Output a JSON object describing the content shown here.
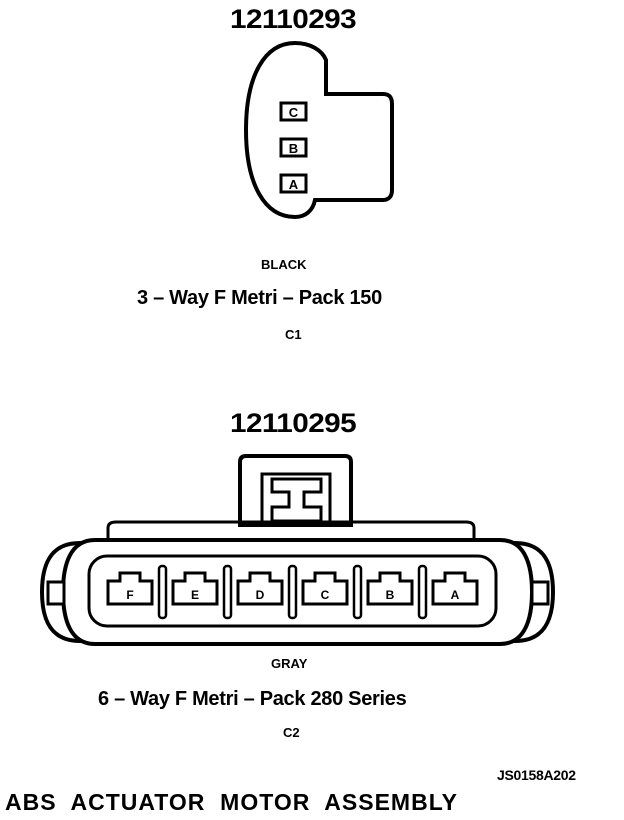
{
  "c1": {
    "part_number": "12110293",
    "pins": [
      "C",
      "B",
      "A"
    ],
    "color": "BLACK",
    "description": "3 – Way F Metri – Pack 150",
    "id": "C1"
  },
  "c2": {
    "part_number": "12110295",
    "pins": [
      "F",
      "E",
      "D",
      "C",
      "B",
      "A"
    ],
    "color": "GRAY",
    "description": "6 – Way F Metri – Pack 280 Series",
    "id": "C2"
  },
  "figure_id": "JS0158A202",
  "footer": {
    "title": "ABS  ACTUATOR  MOTOR  ASSEMBLY"
  }
}
